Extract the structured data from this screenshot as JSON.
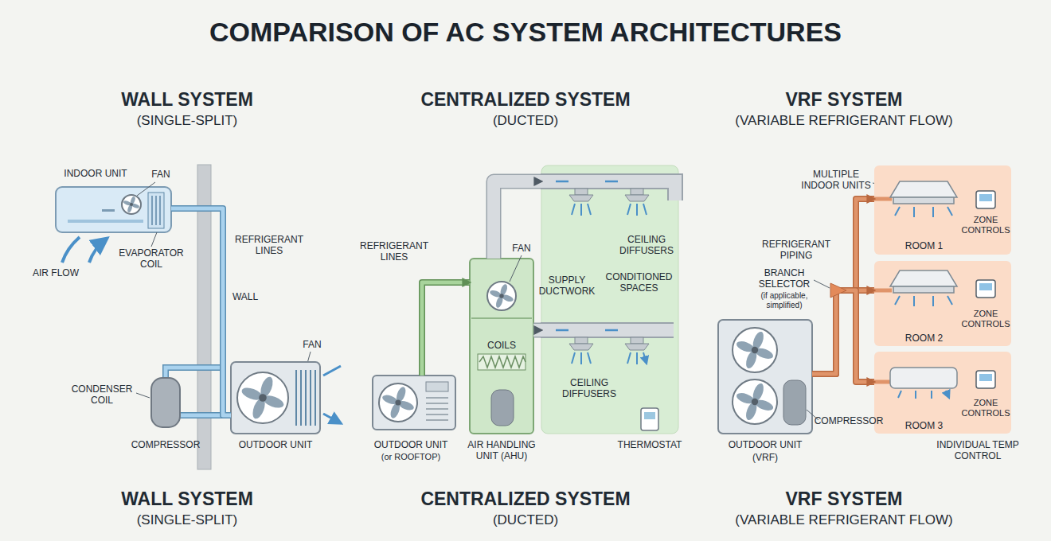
{
  "diagram": {
    "title": "COMPARISON OF AC SYSTEM ARCHITECTURES",
    "nodes": [
      {
        "text": [
          "INDOOR UNIT"
        ]
      },
      {
        "text": [
          "OUTDOOR UNIT"
        ]
      },
      {
        "text": [
          "OUTDOOR UNIT",
          "(or ROOFTOP)"
        ]
      },
      {
        "text": [
          "FAN",
          "COILS",
          "AIR HANDLING UNIT (AHU)"
        ]
      },
      {
        "text": [
          "CONDITIONED SPACES"
        ]
      },
      {
        "text": [
          "OUTDOOR UNIT",
          "(VRF)"
        ]
      },
      {
        "text": [
          "ZONE CONTROLS",
          "ROOM 1"
        ]
      },
      {
        "text": [
          "ZONE CONTROLS",
          "ROOM 2"
        ]
      },
      {
        "text": [
          "ZONE CONTROLS",
          "ROOM 3"
        ]
      }
    ],
    "edges": [
      {
        "from": 1,
        "to": 0,
        "arrow": "none"
      },
      {
        "from": 2,
        "to": 3,
        "arrow": "to"
      },
      {
        "from": 3,
        "to": 4,
        "arrow": "to"
      },
      {
        "from": 3,
        "to": 4,
        "arrow": "to"
      },
      {
        "from": 5,
        "to": 6,
        "arrow": "to"
      },
      {
        "from": 5,
        "to": 7,
        "arrow": "to"
      },
      {
        "from": 5,
        "to": 8,
        "arrow": "to"
      }
    ],
    "labels": [
      "WALL SYSTEM",
      "(SINGLE-SPLIT)",
      "CENTRALIZED SYSTEM",
      "(DUCTED)",
      "VRF SYSTEM",
      "(VARIABLE REFRIGERANT FLOW)",
      "FAN",
      "EVAPORATOR COIL",
      "AIR FLOW",
      "REFRIGERANT LINES",
      "WALL",
      "FAN",
      "CONDENSER COIL",
      "COMPRESSOR",
      "REFRIGERANT LINES",
      "SUPPLY DUCTWORK",
      "CEILING DIFFUSERS",
      "CEILING DIFFUSERS",
      "THERMOSTAT",
      "MULTIPLE INDOOR UNITS",
      "REFRIGERANT PIPING",
      "BRANCH SELECTOR",
      "(if applicable, simplified)",
      "COMPRESSOR",
      "INDIVIDUAL TEMP CONTROL",
      "WALL SYSTEM",
      "(SINGLE-SPLIT)",
      "CENTRALIZED SYSTEM",
      "(DUCTED)",
      "VRF SYSTEM",
      "(VARIABLE REFRIGERANT FLOW)"
    ]
  }
}
